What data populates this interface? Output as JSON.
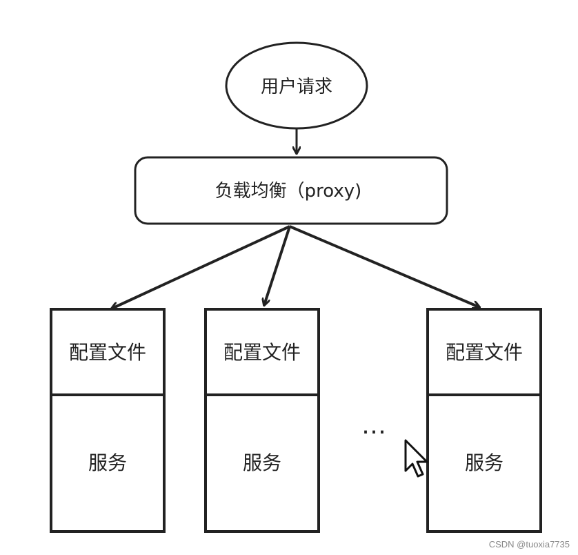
{
  "nodes": {
    "request": "用户请求",
    "proxy": "负载均衡（proxy)",
    "servers": [
      {
        "config": "配置文件",
        "service": "服务"
      },
      {
        "config": "配置文件",
        "service": "服务"
      },
      {
        "config": "配置文件",
        "service": "服务"
      }
    ],
    "ellipsis": "…"
  },
  "watermark": "CSDN @tuoxia7735"
}
